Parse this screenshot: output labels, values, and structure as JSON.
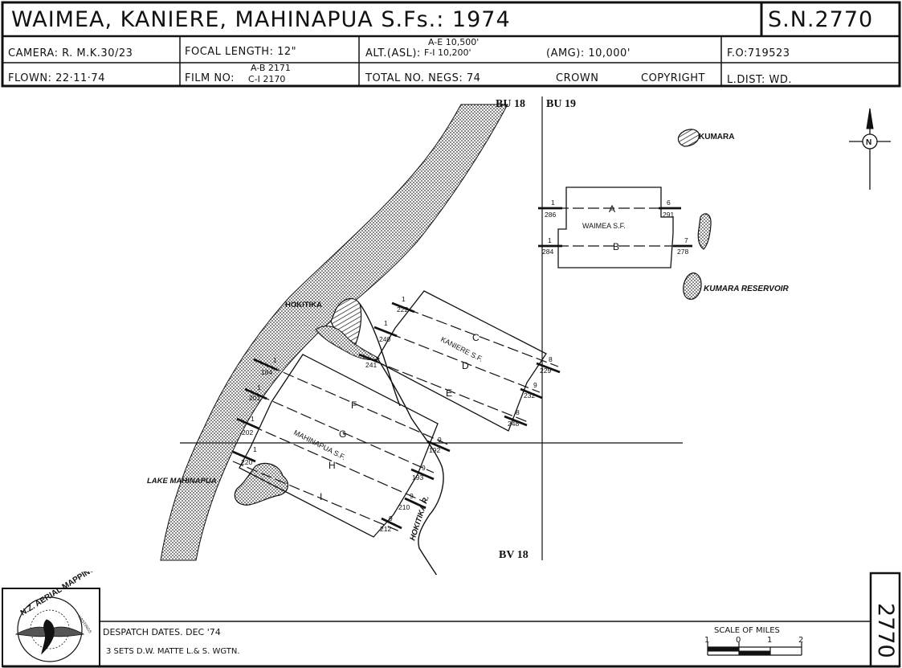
{
  "header": {
    "title": "WAIMEA, KANIERE, MAHINAPUA  S.Fs.: 1974",
    "sn": "S.N.2770",
    "camera": "CAMERA: R. M.K.30/23",
    "focal_length": "FOCAL  LENGTH: 12\"",
    "alt_label": "ALT.(ASL):",
    "alt_line1": "A-E 10,500'",
    "alt_line2": "F-I  10,200'",
    "amg": "(AMG): 10,000'",
    "fo": "F.O:719523",
    "flown": "FLOWN: 22·11·74",
    "film_label": "FILM  NO:",
    "film_line1": "A-B  2171",
    "film_line2": "C-I   2170",
    "total_negs": "TOTAL  NO.  NEGS: 74",
    "crown": "CROWN",
    "copyright": "COPYRIGHT",
    "ldist": "L.DIST:  WD."
  },
  "map": {
    "sheets": {
      "bu18": "BU 18",
      "bu19": "BU 19",
      "bv18": "BV 18"
    },
    "places": {
      "kumara": "KUMARA",
      "kumara_reservoir": "KUMARA  RESERVOIR",
      "hokitika": "HOKITIKA",
      "lake_mahinapua": "LAKE  MAHINAPUA",
      "hokitika_river": "HOKITIKA  R."
    },
    "forests": {
      "waimea": "WAIMEA  S.F.",
      "kaniere": "KANIERE  S.F.",
      "mahinapua": "MAHINAPUA  S.F."
    },
    "runs": [
      {
        "label": "A",
        "start_frame": "1",
        "start_neg": "286",
        "end_frame": "6",
        "end_neg": "291"
      },
      {
        "label": "B",
        "start_frame": "1",
        "start_neg": "284",
        "end_frame": "7",
        "end_neg": "278"
      },
      {
        "label": "C",
        "start_frame": "1",
        "start_neg": "222",
        "end_frame": "8",
        "end_neg": "229"
      },
      {
        "label": "D",
        "start_frame": "1",
        "start_neg": "240",
        "end_frame": "9",
        "end_neg": "232"
      },
      {
        "label": "E",
        "start_frame": "",
        "start_neg": "241",
        "end_frame": "8",
        "end_neg": "248"
      },
      {
        "label": "F",
        "start_frame": "1",
        "start_neg": "184",
        "end_frame": "9",
        "end_neg": "192"
      },
      {
        "label": "G",
        "start_frame": "1",
        "start_neg": "201",
        "end_frame": "9",
        "end_neg": "193"
      },
      {
        "label": "H",
        "start_frame": "1",
        "start_neg": "202",
        "end_frame": "9",
        "end_neg": "210"
      },
      {
        "label": "I",
        "start_frame": "1",
        "start_neg": "220",
        "end_frame": "9",
        "end_neg": "212"
      }
    ],
    "north": "N"
  },
  "footer": {
    "despatch": "DESPATCH  DATES. DEC '74",
    "sets": "3  SETS  D.W. MATTE  L.& S.  WGTN.",
    "scale_title": "SCALE  OF  MILES",
    "scale_ticks": [
      "1",
      "0",
      "1",
      "2"
    ],
    "sheet_number": "2770",
    "logo_text": "N.Z. AERIAL MAPPING",
    "logo_sub": "HASTINGS"
  }
}
